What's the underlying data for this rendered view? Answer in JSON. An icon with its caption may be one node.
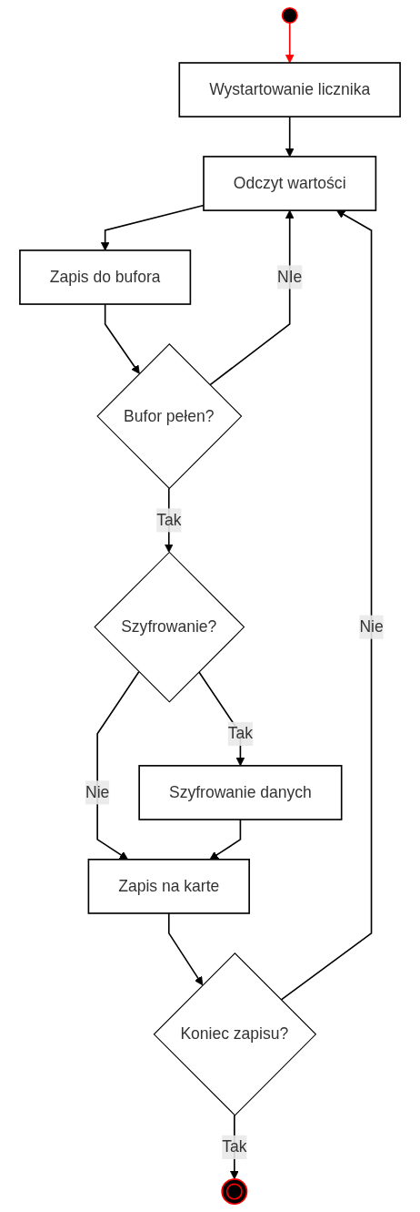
{
  "diagram": {
    "nodes": [
      {
        "text": [],
        "shape": "circle"
      },
      {
        "text": [
          "Wystartowanie licznika"
        ]
      },
      {
        "text": [
          "Odczyt wartości"
        ]
      },
      {
        "text": [
          "Zapis do bufora"
        ]
      },
      {
        "text": [
          "Bufor pełen?"
        ]
      },
      {
        "text": [
          "Szyfrowanie?"
        ]
      },
      {
        "text": [
          "Szyfrowanie danych"
        ]
      },
      {
        "text": [
          "Zapis na karte"
        ]
      },
      {
        "text": [
          "Koniec zapisu?"
        ]
      },
      {
        "text": [],
        "shape": "circle"
      }
    ],
    "edges": [
      {
        "from": 0,
        "to": 1,
        "arrow": "to",
        "color": "#ff0000"
      },
      {
        "from": 1,
        "to": 2,
        "arrow": "to"
      },
      {
        "from": 2,
        "to": 3,
        "arrow": "to"
      },
      {
        "from": 3,
        "to": 4,
        "arrow": "to"
      },
      {
        "from": 4,
        "to": 2,
        "arrow": "to",
        "label": "NIe"
      },
      {
        "from": 4,
        "to": 5,
        "arrow": "to",
        "label": "Tak"
      },
      {
        "from": 5,
        "to": 7,
        "arrow": "to",
        "label": "Nie"
      },
      {
        "from": 5,
        "to": 6,
        "arrow": "to",
        "label": "Tak"
      },
      {
        "from": 6,
        "to": 7,
        "arrow": "to"
      },
      {
        "from": 7,
        "to": 8,
        "arrow": "to"
      },
      {
        "from": 8,
        "to": 2,
        "arrow": "to",
        "label": "Nie"
      },
      {
        "from": 8,
        "to": 9,
        "arrow": "to",
        "label": "Tak"
      }
    ]
  }
}
